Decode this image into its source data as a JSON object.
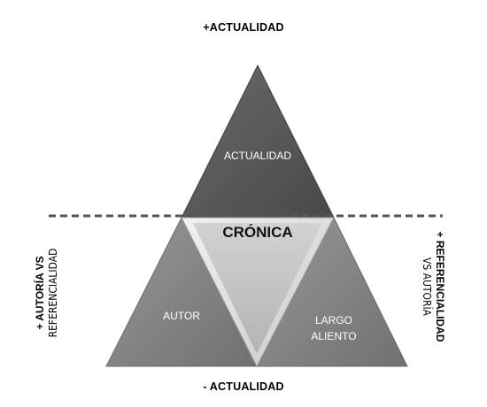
{
  "labels": {
    "top": "+ACTUALIDAD",
    "bottom": "- ACTUALIDAD",
    "left_line1": "+ AUTORÍA VS",
    "left_line2": "REFERENCIALIDAD",
    "right_line1": "+ REFERENCIALIDAD",
    "right_line2": "VS AUTORÍA"
  },
  "triangles": {
    "top": "ACTUALIDAD",
    "center": "CRÓNICA",
    "left": "AUTOR",
    "right_line1": "LARGO",
    "right_line2": "ALIENTO"
  },
  "colors": {
    "top_triangle": "#5a5a5a",
    "side_triangles": "#8a8a8a",
    "center_triangle": "#c7c7c7",
    "dashed_line": "#555555"
  }
}
